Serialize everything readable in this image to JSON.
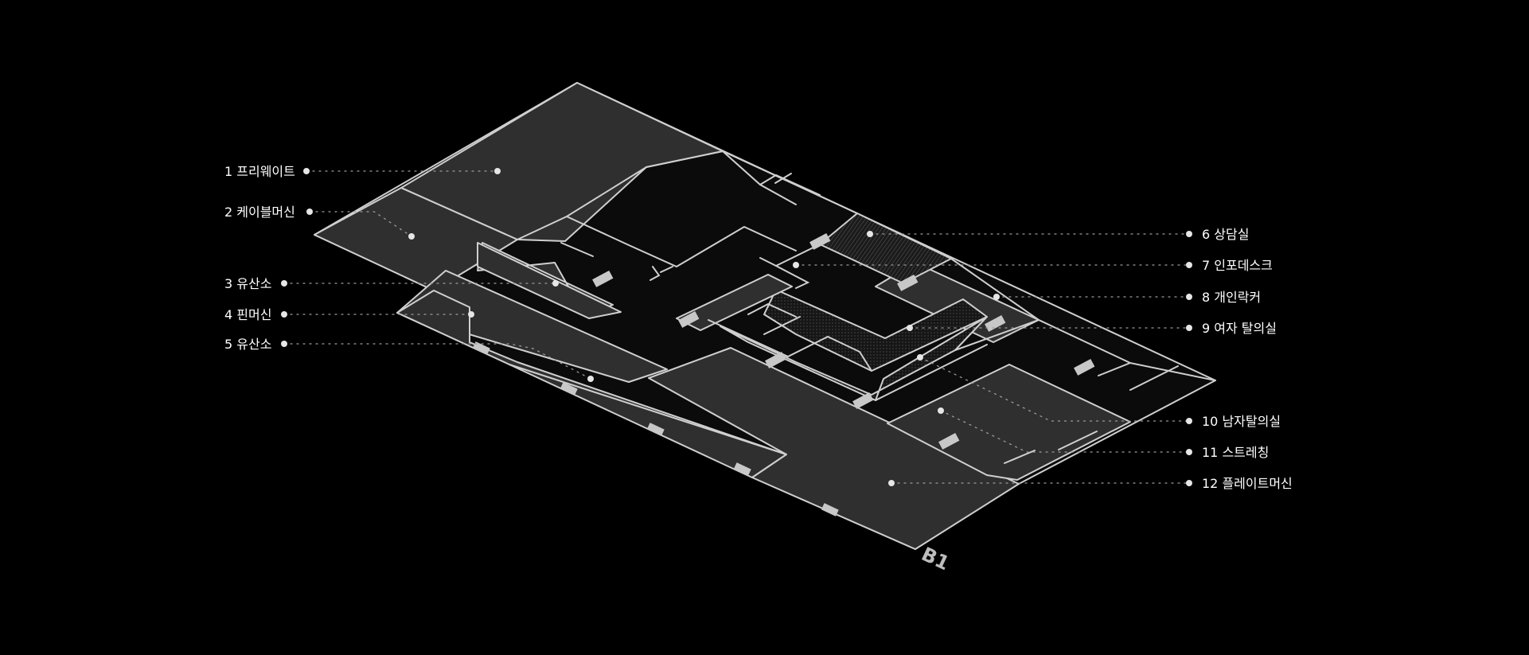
{
  "floor": {
    "label": "B1"
  },
  "colors": {
    "background": "#000000",
    "room_fill": "#2f2f2f",
    "outline": "#cfcfcf",
    "door": "#c8c8c8"
  },
  "legend": {
    "left": [
      {
        "number": "1",
        "name": "프리웨이트"
      },
      {
        "number": "2",
        "name": "케이블머신"
      },
      {
        "number": "3",
        "name": "유산소"
      },
      {
        "number": "4",
        "name": "핀머신"
      },
      {
        "number": "5",
        "name": "유산소"
      }
    ],
    "right": [
      {
        "number": "6",
        "name": "상담실"
      },
      {
        "number": "7",
        "name": "인포데스크"
      },
      {
        "number": "8",
        "name": "개인락커"
      },
      {
        "number": "9",
        "name": "여자 탈의실"
      },
      {
        "number": "10",
        "name": "남자탈의실"
      },
      {
        "number": "11",
        "name": "스트레칭"
      },
      {
        "number": "12",
        "name": "플레이트머신"
      }
    ]
  }
}
